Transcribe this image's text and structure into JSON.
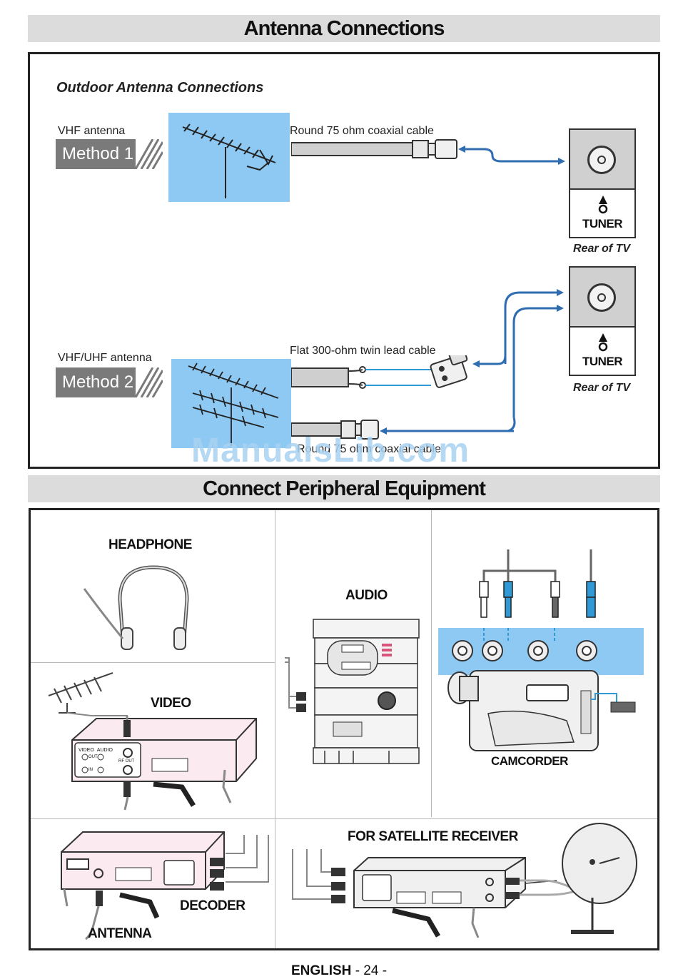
{
  "header_antenna": "Antenna Connections",
  "header_peripheral": "Connect Peripheral Equipment",
  "outdoor_title": "Outdoor Antenna Connections",
  "method1": {
    "antenna_label": "VHF antenna",
    "tag": "Method 1",
    "cable_label": "Round 75 ohm coaxial cable"
  },
  "method2": {
    "antenna_label": "VHF/UHF antenna",
    "tag": "Method 2",
    "cable_top_label": "Flat 300-ohm twin lead cable",
    "cable_bottom_label": "Round 75 ohm coaxial cable"
  },
  "tv_rear": {
    "tuner_label": "TUNER",
    "caption": "Rear of TV"
  },
  "equipment": {
    "headphone": "HEADPHONE",
    "audio": "AUDIO",
    "video": "VIDEO",
    "camcorder": "CAMCORDER",
    "satellite": "FOR SATELLITE RECEIVER",
    "decoder": "DECODER",
    "antenna": "ANTENNA"
  },
  "vcr_panel": {
    "video": "VIDEO",
    "audio": "AUDIO",
    "out": "OUT",
    "in": "IN",
    "rf_out": "RF OUT"
  },
  "watermark": "ManualsLib.com",
  "footer": {
    "language": "ENGLISH",
    "page": "- 24 -"
  },
  "colors": {
    "cable_blue": "#2f6db0",
    "header_gray": "#dcdcdc",
    "method_gray": "#7a7a7a",
    "sky_blue": "#8ec9f3",
    "watermark": "#a9d2f2"
  }
}
